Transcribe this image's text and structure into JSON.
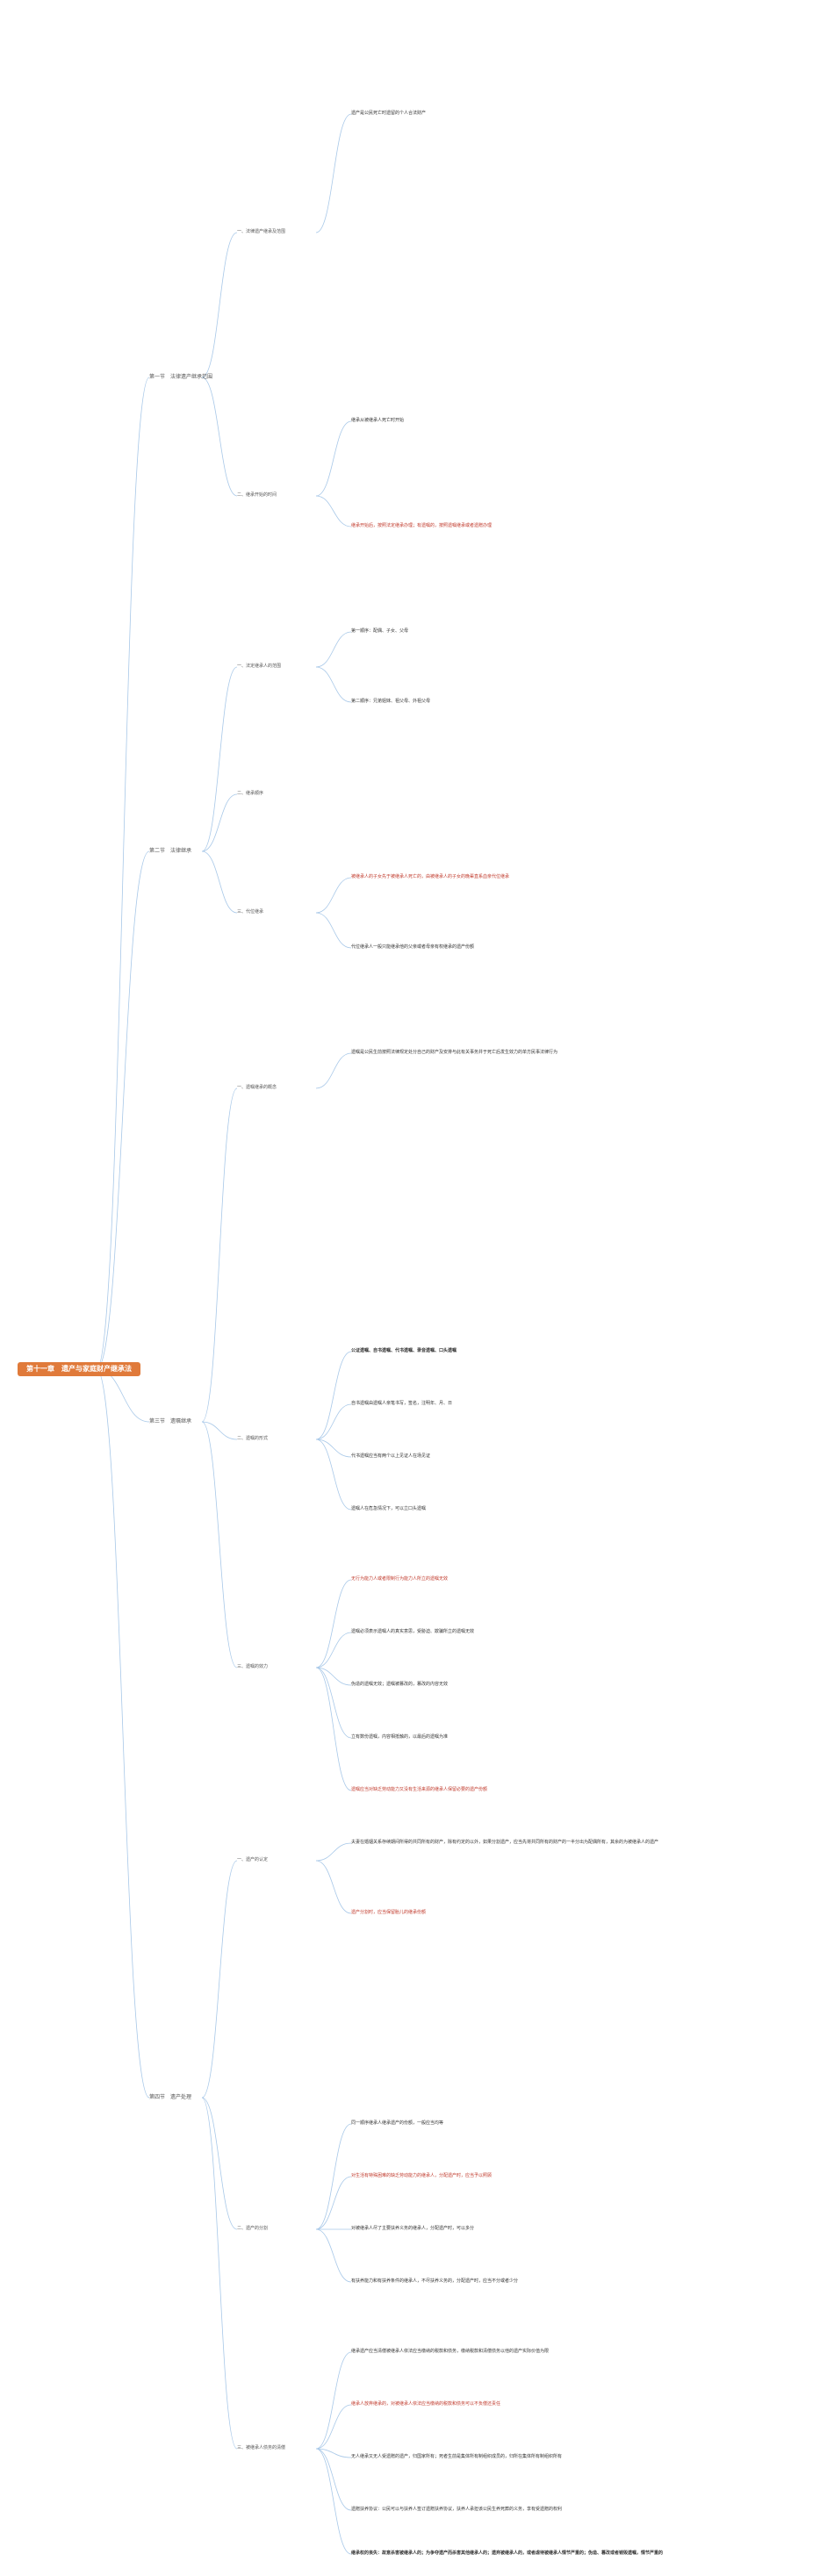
{
  "root": {
    "label": "第十一章　遗产与家庭财产继承法"
  },
  "colors": {
    "accent": "#e07a3a",
    "line": "#a8c8e8",
    "red_text": "#c0392b"
  },
  "sections": [
    {
      "label": "第一节　法律遗产继承范围"
    },
    {
      "label": "第二节　法律继承"
    },
    {
      "label": "第三节　遗嘱继承"
    },
    {
      "label": "第四节　遗产处理"
    }
  ],
  "subs": [
    {
      "label": "一、法律遗产继承及范围"
    },
    {
      "label": "二、继承开始的时间"
    },
    {
      "label": "一、法定继承人的范围"
    },
    {
      "label": "二、继承顺序"
    },
    {
      "label": "三、代位继承"
    },
    {
      "label": "一、遗嘱继承的概念"
    },
    {
      "label": "二、遗嘱的形式"
    },
    {
      "label": "三、遗嘱的效力"
    },
    {
      "label": "一、遗产的认定"
    },
    {
      "label": "二、遗产的分割"
    },
    {
      "label": "三、被继承人债务的清偿"
    }
  ],
  "notes": [
    {
      "text": "遗产是公民死亡时遗留的个人合法财产"
    },
    {
      "text": "继承从被继承人死亡时开始"
    },
    {
      "text": "继承开始后，按照法定继承办理；有遗嘱的，按照遗嘱继承或者遗赠办理"
    },
    {
      "text": "第一顺序：配偶、子女、父母"
    },
    {
      "text": "第二顺序：兄弟姐妹、祖父母、外祖父母"
    },
    {
      "text": "被继承人的子女先于被继承人死亡的，由被继承人的子女的晚辈直系血亲代位继承"
    },
    {
      "text": "代位继承人一般只能继承他的父亲或者母亲有权继承的遗产份额"
    },
    {
      "text": "遗嘱是公民生前按照法律规定处分自己的财产及安排与此有关事务并于死亡后发生效力的单方民事法律行为"
    },
    {
      "text": "公证遗嘱、自书遗嘱、代书遗嘱、录音遗嘱、口头遗嘱"
    },
    {
      "text": "自书遗嘱由遗嘱人亲笔书写，签名，注明年、月、日"
    },
    {
      "text": "代书遗嘱应当有两个以上见证人在场见证"
    },
    {
      "text": "遗嘱人在危急情况下，可以立口头遗嘱"
    },
    {
      "text": "无行为能力人或者限制行为能力人所立的遗嘱无效"
    },
    {
      "text": "遗嘱必须表示遗嘱人的真实意思，受胁迫、欺骗所立的遗嘱无效"
    },
    {
      "text": "伪造的遗嘱无效；遗嘱被篡改的，篡改的内容无效"
    },
    {
      "text": "立有数份遗嘱，内容相抵触的，以最后的遗嘱为准"
    },
    {
      "text": "遗嘱应当对缺乏劳动能力又没有生活来源的继承人保留必要的遗产份额"
    },
    {
      "text": "夫妻在婚姻关系存续期间所得的共同所有的财产，除有约定的以外，如果分割遗产，应当先将共同所有的财产的一半分出为配偶所有，其余的为被继承人的遗产"
    },
    {
      "text": "遗产分割时，应当保留胎儿的继承份额"
    },
    {
      "text": "同一顺序继承人继承遗产的份额，一般应当均等"
    },
    {
      "text": "对生活有特殊困难的缺乏劳动能力的继承人，分配遗产时，应当予以照顾"
    },
    {
      "text": "对被继承人尽了主要扶养义务的继承人，分配遗产时，可以多分"
    },
    {
      "text": "有扶养能力和有扶养条件的继承人，不尽扶养义务的，分配遗产时，应当不分或者少分"
    },
    {
      "text": "继承遗产应当清偿被继承人依法应当缴纳的税款和债务，缴纳税款和清偿债务以他的遗产实际价值为限"
    },
    {
      "text": "继承人放弃继承的，对被继承人依法应当缴纳的税款和债务可以不负偿还责任"
    },
    {
      "text": "无人继承又无人受遗赠的遗产，归国家所有；死者生前是集体所有制组织成员的，归所在集体所有制组织所有"
    },
    {
      "text": "遗赠扶养协议：公民可以与扶养人签订遗赠扶养协议，扶养人承担该公民生养死葬的义务，享有受遗赠的权利"
    },
    {
      "text": "继承权的丧失：故意杀害被继承人的；为争夺遗产而杀害其他继承人的；遗弃被继承人的，或者虐待被继承人情节严重的；伪造、篡改或者销毁遗嘱，情节严重的"
    }
  ]
}
